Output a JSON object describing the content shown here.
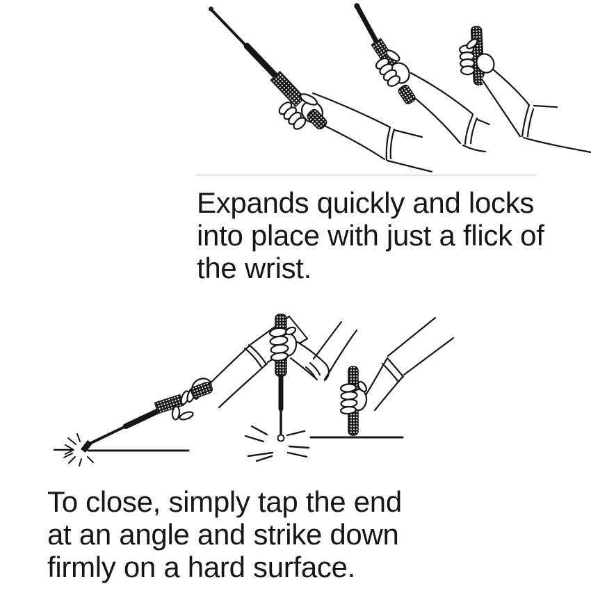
{
  "page": {
    "background": "#ffffff",
    "ink_color": "#161616",
    "divider_color": "#dcdcdc"
  },
  "top_section": {
    "illustration": {
      "name": "baton-flick-sequence",
      "description": "Three hands flicking an expandable baton: fully extended, partially extended, and closed",
      "steps": [
        "extended-baton-in-hand",
        "partially-extended-baton-in-hand",
        "closed-baton-in-hand"
      ]
    },
    "caption_lines": {
      "0": "Expands quickly and locks",
      "1": "into place with just a flick of",
      "2": "the wrist."
    }
  },
  "bottom_section": {
    "illustration": {
      "name": "baton-close-sequence",
      "description": "Closing the baton: tapping the tip at an angle on the ground, striking straight down, and the closed baton resting on a hard surface",
      "steps": [
        "tap-tip-at-angle",
        "strike-straight-down",
        "closed-baton-on-surface"
      ]
    },
    "caption_lines": {
      "0": "To close, simply tap the end",
      "1": "at an angle and strike down",
      "2": "firmly on a hard surface."
    }
  }
}
